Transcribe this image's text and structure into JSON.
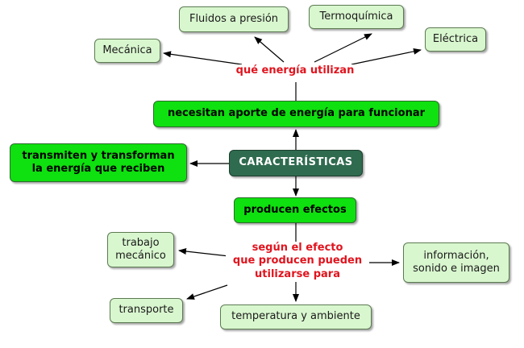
{
  "colors": {
    "central": "#2f6b4f",
    "primary": "#0fe00f",
    "secondary": "#d9f7cf",
    "linking_text": "#e0141e"
  },
  "nodes": {
    "central": "CARACTERÍSTICAS",
    "energy_input": "necesitan aporte de energía para funcionar",
    "transmit": "transmiten y transforman\nla energía que reciben",
    "effects": "producen efectos",
    "mecanica": "Mecánica",
    "fluidos": "Fluidos a presión",
    "termoquimica": "Termoquímica",
    "electrica": "Eléctrica",
    "trabajo": "trabajo\nmecánico",
    "informacion": "información,\nsonido e imagen",
    "transporte": "transporte",
    "temperatura": "temperatura y ambiente"
  },
  "linking_phrases": {
    "energy_type": "qué energía utilizan",
    "usage": "según el efecto\nque producen pueden\nutilizarse para"
  }
}
